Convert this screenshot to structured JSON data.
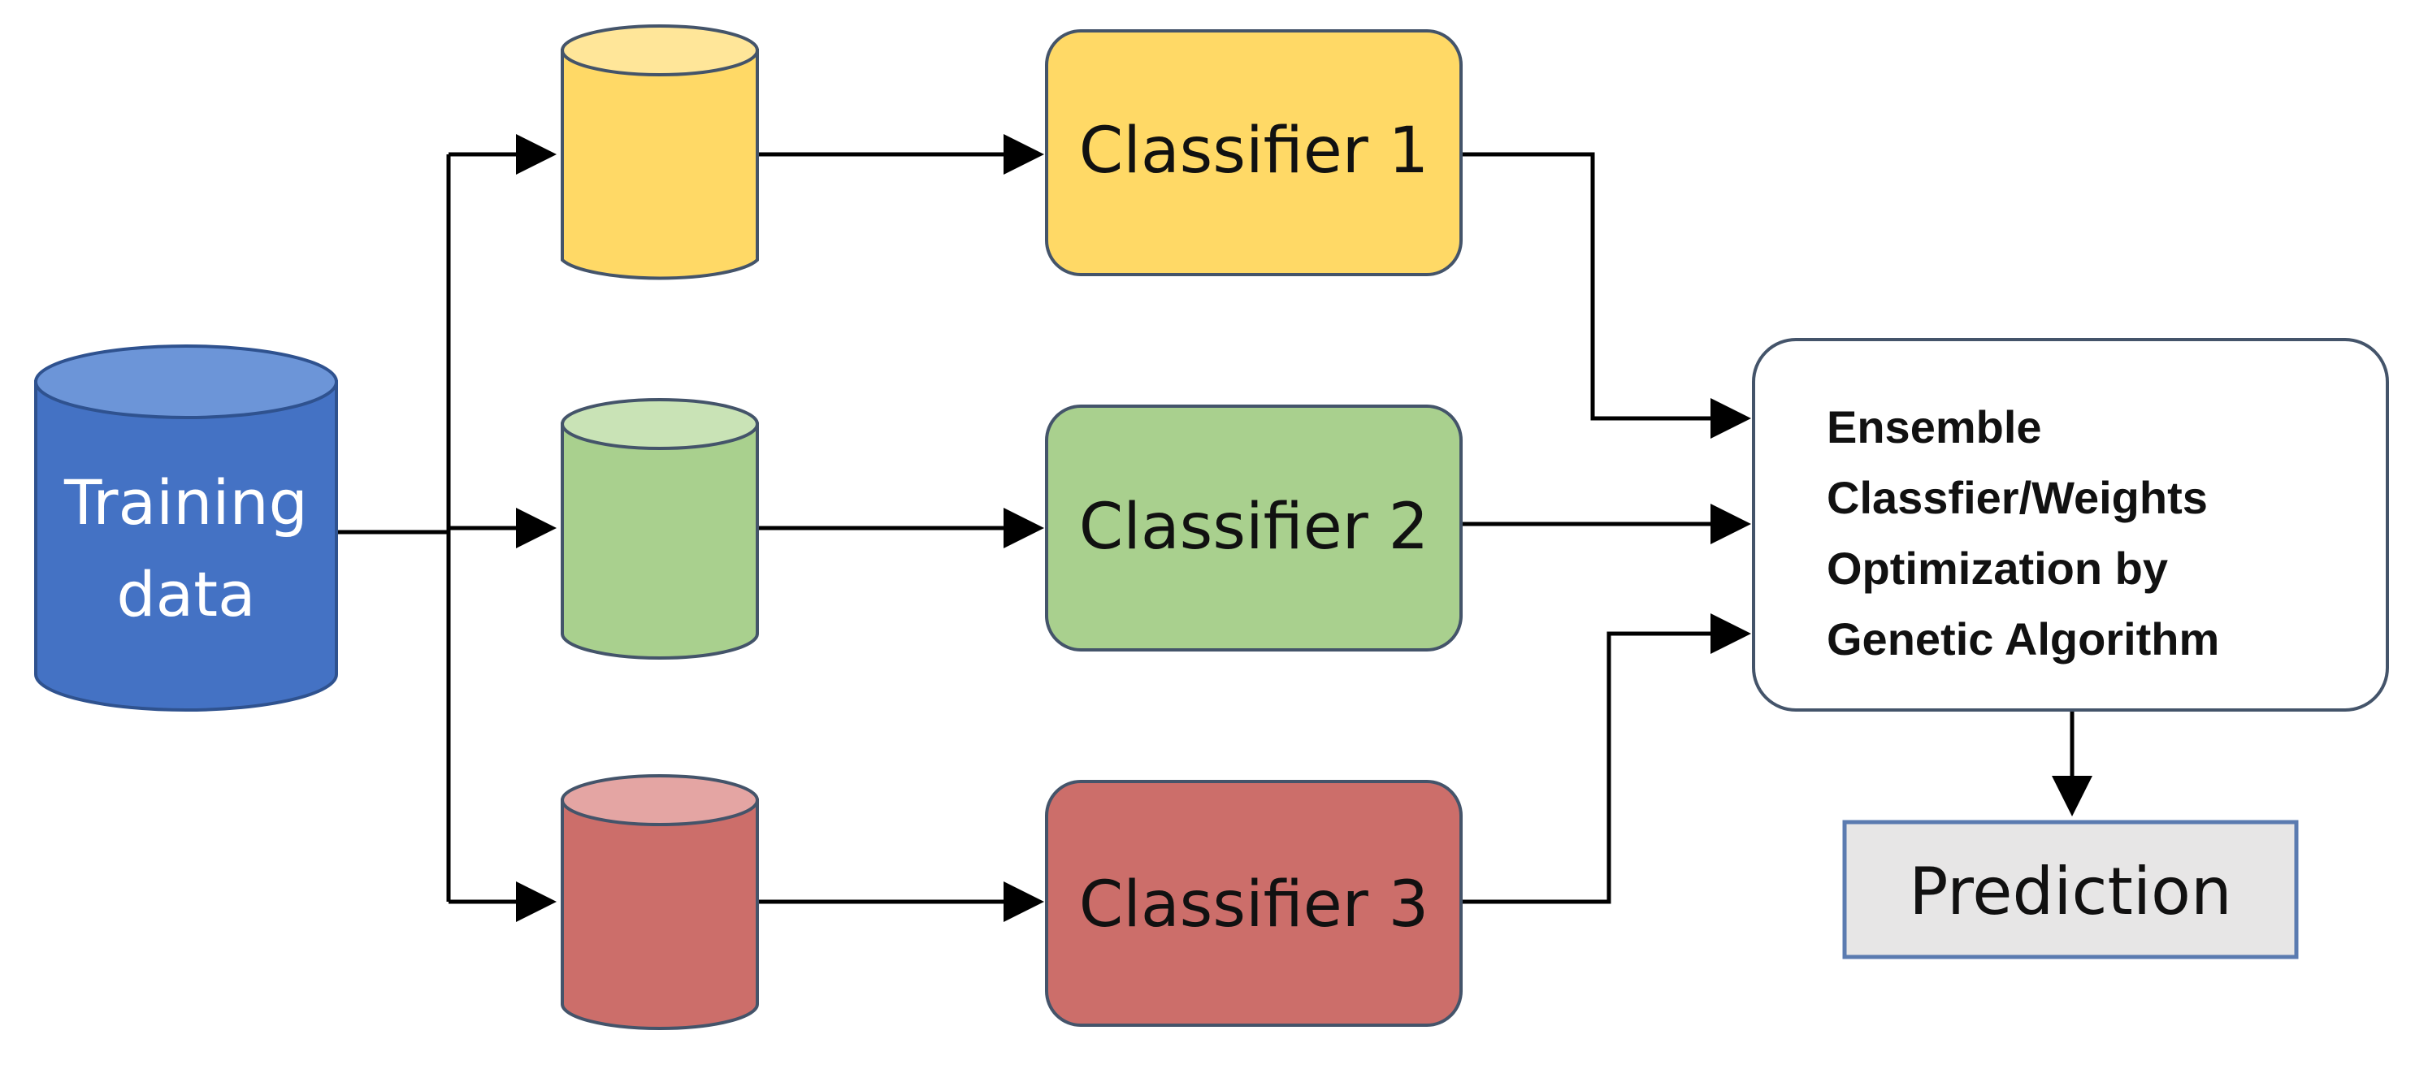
{
  "diagram": {
    "source": {
      "line1": "Training",
      "line2": "data"
    },
    "classifiers": [
      {
        "label": "Classifier 1"
      },
      {
        "label": "Classifier 2"
      },
      {
        "label": "Classifier 3"
      }
    ],
    "ensemble": {
      "line1": "Ensemble",
      "line2": "Classfier/Weights",
      "line3": "Optimization by",
      "line4": "Genetic Algorithm"
    },
    "output": {
      "label": "Prediction"
    }
  },
  "colors": {
    "training_data_fill": "#4472C4",
    "training_data_top": "#6C95D8",
    "subset_1_fill": "#FFD966",
    "subset_1_top": "#FFE699",
    "subset_2_fill": "#A9D08E",
    "subset_2_top": "#C9E3B6",
    "subset_3_fill": "#CC6E6A",
    "subset_3_top": "#E4A5A3",
    "classifier_1_fill": "#FFD966",
    "classifier_2_fill": "#A9D08E",
    "classifier_3_fill": "#CC6E6A",
    "prediction_fill": "#E7E6E6",
    "outline": "#44546A",
    "arrow": "#000000"
  }
}
